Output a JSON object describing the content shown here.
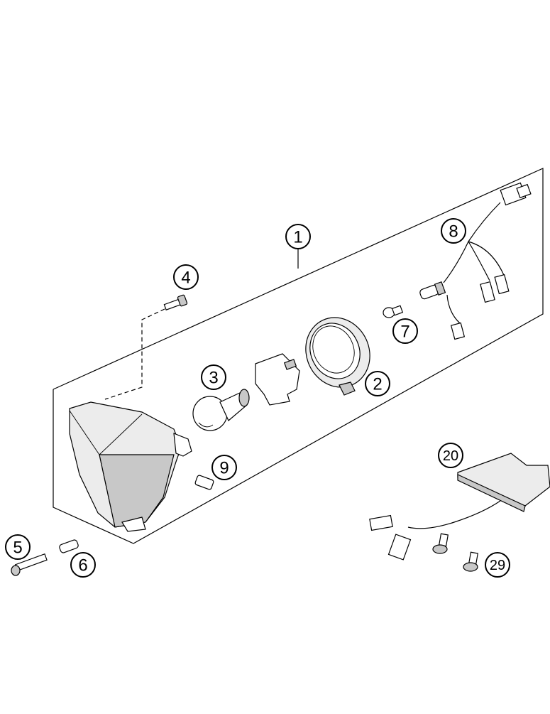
{
  "callouts": {
    "c1": "1",
    "c2": "2",
    "c3": "3",
    "c4": "4",
    "c5": "5",
    "c6": "6",
    "c7": "7",
    "c8": "8",
    "c9": "9",
    "c20": "20",
    "c29": "29"
  }
}
